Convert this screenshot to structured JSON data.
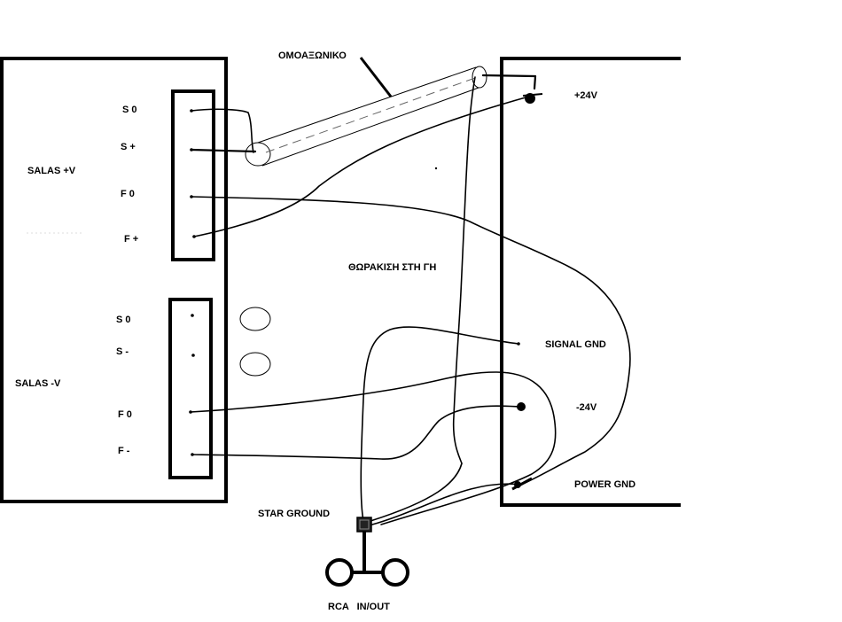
{
  "labels": {
    "coax": "ΟΜΟΑΞΩΝΙΚΟ",
    "plus24": "+24V",
    "minus24": "-24V",
    "salas_plus": "SALAS +V",
    "salas_minus": "SALAS -V",
    "s0_top": "S 0",
    "s_plus": "S +",
    "f0_top": "F 0",
    "f_plus": "F +",
    "s0_bottom": "S 0",
    "s_minus": "S -",
    "f0_bottom": "F 0",
    "f_minus": "F -",
    "shield_ground": "ΘΩΡΑΚΙΣΗ ΣΤΗ ΓΗ",
    "signal_gnd": "SIGNAL GND",
    "power_gnd": "POWER GND",
    "star_ground": "STAR GROUND",
    "rca": "RCA   IN/OUT"
  }
}
